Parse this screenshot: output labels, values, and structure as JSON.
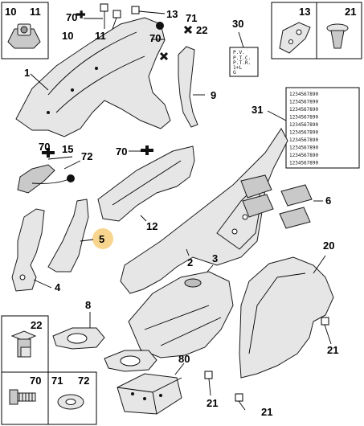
{
  "callouts": {
    "c1": "1",
    "c2": "2",
    "c3": "3",
    "c4": "4",
    "c5": "5",
    "c6": "6",
    "c8": "8",
    "c9": "9",
    "c10": "10",
    "c11": "11",
    "c12": "12",
    "c13": "13",
    "c15": "15",
    "c20": "20",
    "c21": "21",
    "c22": "22",
    "c30": "30",
    "c31": "31",
    "c70": "70",
    "c71": "71",
    "c72": "72",
    "c80": "80"
  },
  "inset_labels": {
    "top_left": [
      "10",
      "11"
    ],
    "top_right": [
      "13",
      "21"
    ],
    "bottom_22": "22",
    "bottom_triple": [
      "70",
      "71",
      "72"
    ]
  },
  "tag30_lines": [
    "P.V.",
    "P.T.C.",
    "P.T.R.",
    "1+L",
    "G"
  ],
  "label31_rows": [
    "1234567890",
    "1234567890",
    "1234567890",
    "1234567890",
    "1234567890",
    "1234567890",
    "1234567890",
    "1234567890",
    "1234567890",
    "1234567890"
  ],
  "highlighted_callout": "5",
  "colors": {
    "highlight": "#f5c76a",
    "line": "#1a1a1a",
    "part_fill": "#e6e6e6"
  }
}
